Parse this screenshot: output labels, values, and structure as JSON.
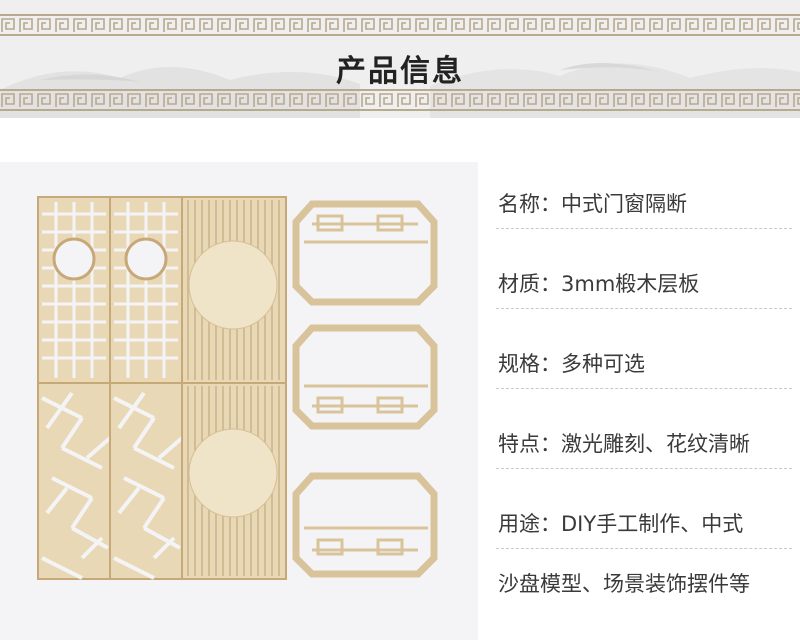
{
  "header": {
    "title": "产品信息"
  },
  "specs": [
    {
      "text": "名称：中式门窗隔断"
    },
    {
      "text": "材质：3mm椴木层板"
    },
    {
      "text": "规格：多种可选"
    },
    {
      "text": "特点：激光雕刻、花纹清晰"
    },
    {
      "text": "用途：DIY手工制作、中式"
    },
    {
      "text": "沙盘模型、场景装饰摆件等"
    }
  ],
  "colors": {
    "banner_bg": "#efefef",
    "fret": "#b9a98e",
    "wood": "#e8d8b5",
    "wood_edge": "#c7a979",
    "photo_bg": "#f4f4f6"
  },
  "icons": {
    "fret_pattern": "greek-key-border"
  }
}
